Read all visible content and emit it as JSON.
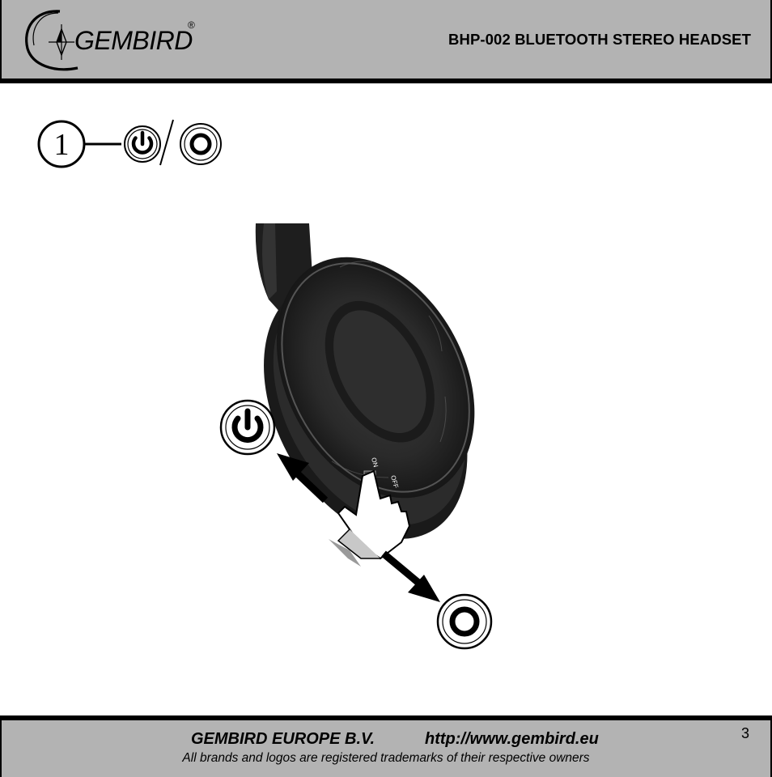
{
  "header": {
    "brand": "GEMBIRD",
    "registered_mark": "®",
    "title": "BHP-002 BLUETOOTH STEREO HEADSET"
  },
  "step": {
    "number_label": "1",
    "icons": [
      "power-on-icon",
      "power-off-icon"
    ]
  },
  "illustration": {
    "switch_on_label": "ON",
    "switch_off_label": "OFF",
    "icons": [
      "power-on-icon",
      "power-off-icon",
      "pointing-hand-icon",
      "arrow-up-left-icon",
      "arrow-down-right-icon"
    ]
  },
  "footer": {
    "company": "GEMBIRD EUROPE B.V.",
    "url": "http://www.gembird.eu",
    "note": "All brands and logos are registered trademarks of their respective owners",
    "page_number": "3"
  },
  "colors": {
    "band_gray": "#b3b3b3",
    "rule_black": "#000000",
    "page_background": "#ffffff"
  }
}
